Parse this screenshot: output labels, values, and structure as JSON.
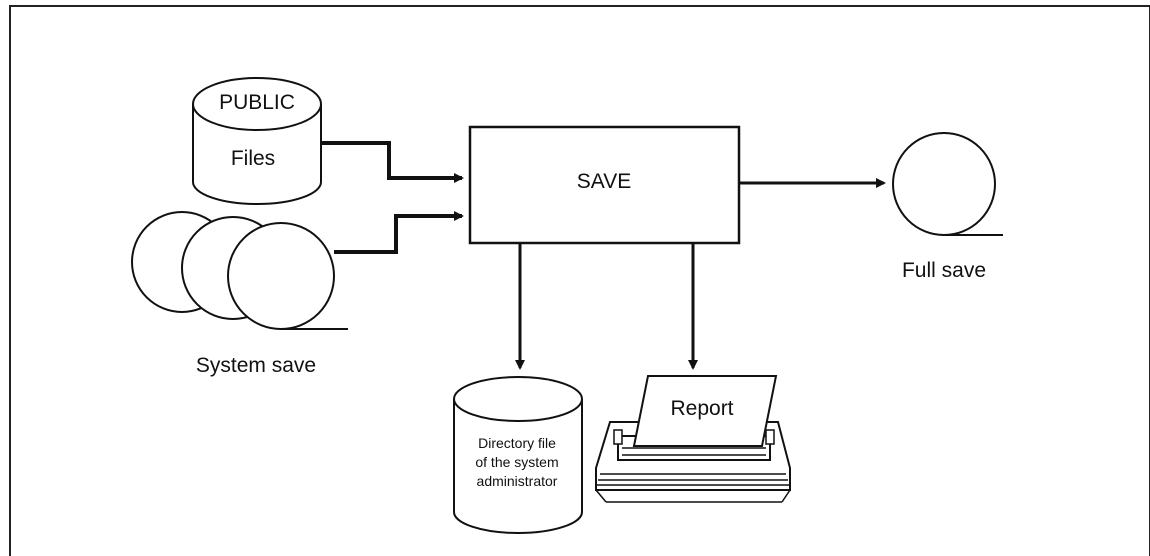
{
  "diagram": {
    "public_store": {
      "top_label": "PUBLIC",
      "body_label": "Files"
    },
    "system_save": {
      "caption": "System save"
    },
    "save_process": {
      "label": "SAVE"
    },
    "full_save": {
      "caption": "Full save"
    },
    "directory_file": {
      "lines": [
        "Directory file",
        "of the system",
        "administrator"
      ]
    },
    "report": {
      "label": "Report"
    }
  },
  "colors": {
    "stroke": "#111111",
    "background": "#ffffff"
  }
}
